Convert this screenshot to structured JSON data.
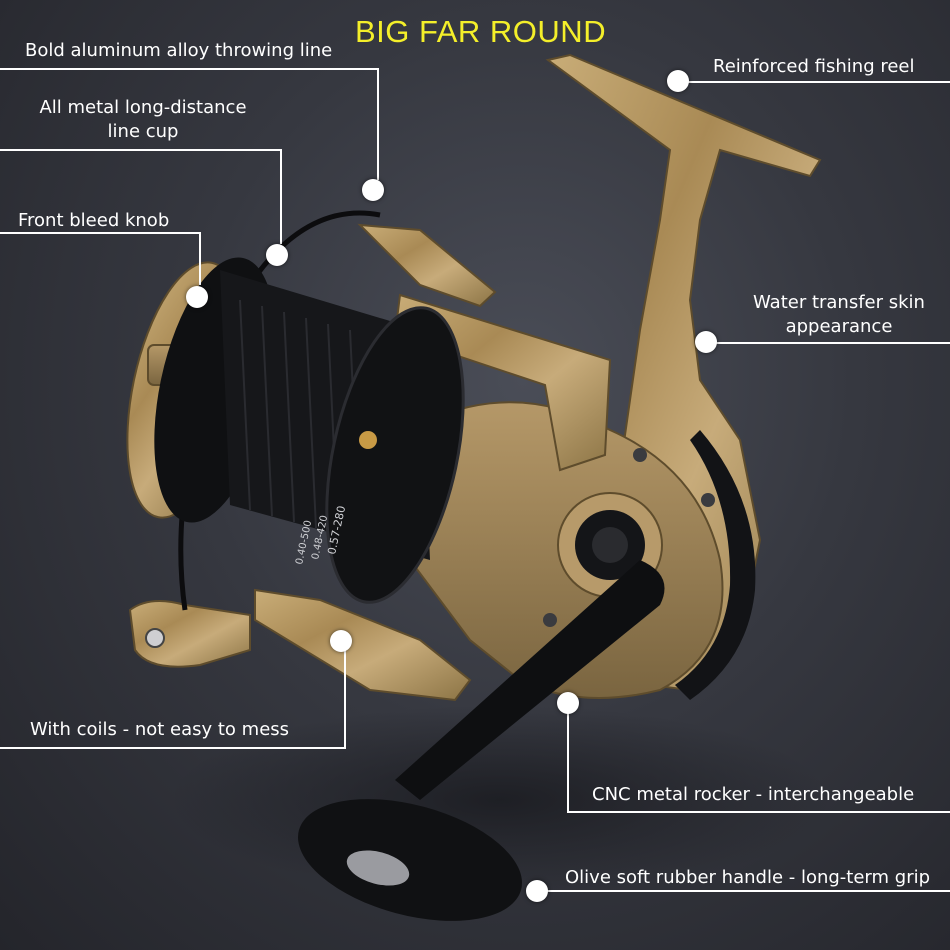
{
  "title": "BIG FAR ROUND",
  "callouts": {
    "throwing_line": "Bold aluminum alloy throwing line",
    "line_cup": [
      "All metal long-distance",
      "line cup"
    ],
    "bleed_knob": "Front bleed knob",
    "reinforced_reel": "Reinforced fishing reel",
    "water_transfer": [
      "Water transfer skin",
      "appearance"
    ],
    "coils": "With coils - not easy to mess",
    "cnc_rocker": "CNC metal rocker - interchangeable",
    "rubber_handle": "Olive soft rubber handle - long-term grip"
  },
  "spool_text": [
    "0.57-280",
    "0.48-420",
    "0.40-500"
  ],
  "colors": {
    "title": "#f4ef2a",
    "label": "#ffffff",
    "camo_base": "#b89a63",
    "spool": "#111214"
  }
}
